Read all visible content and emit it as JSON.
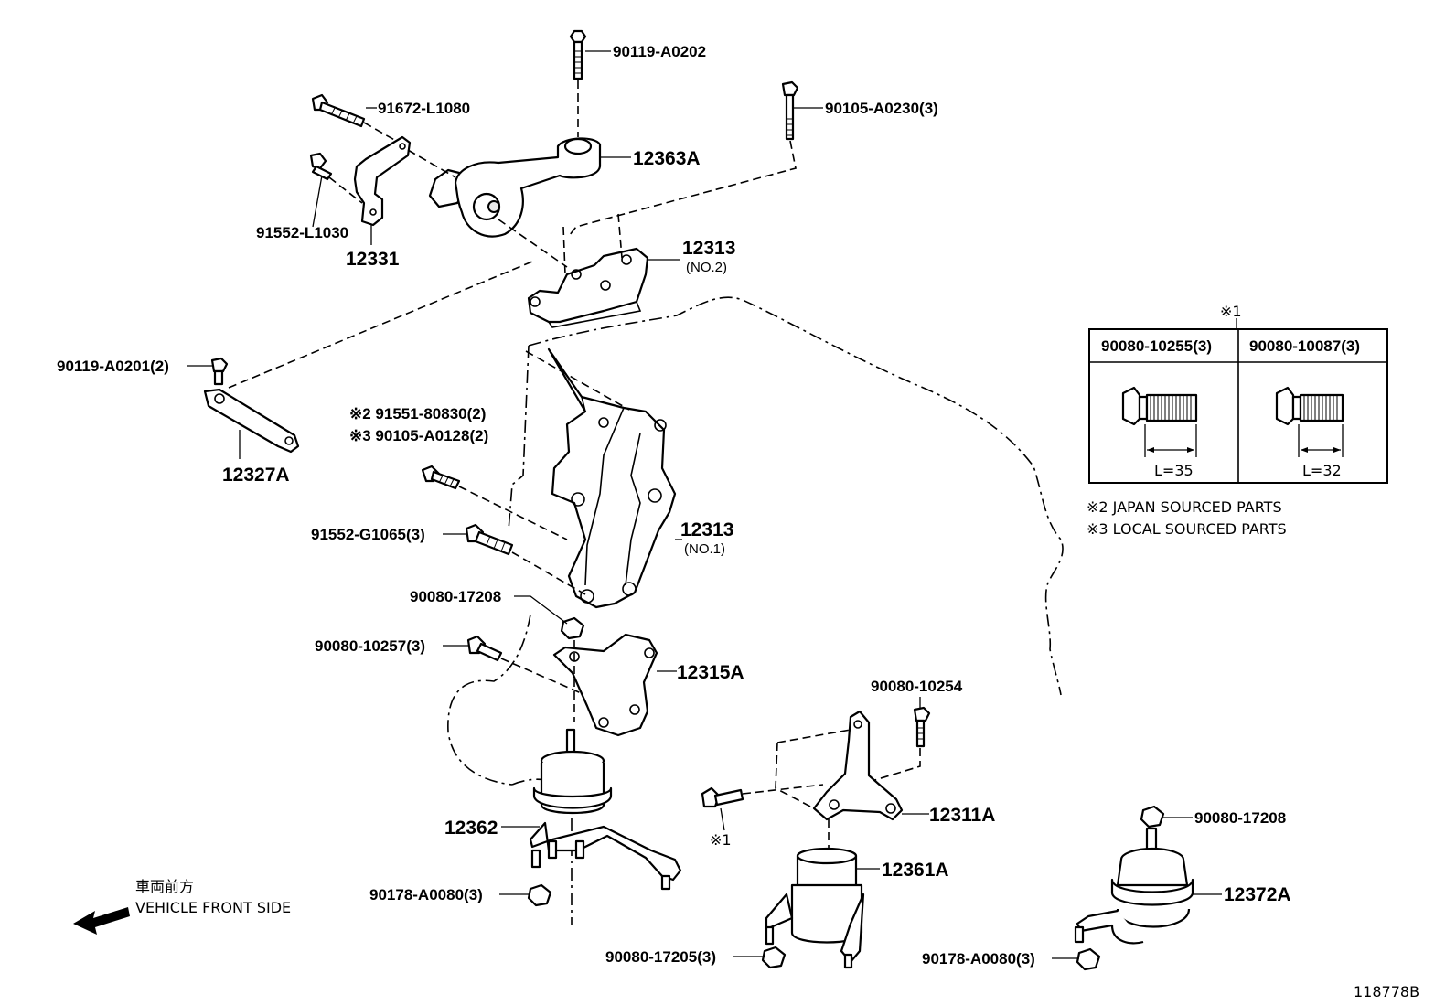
{
  "diagram_id": "118778B",
  "labels": {
    "p90119_A0202": "90119-A0202",
    "p91672_L1080": "91672-L1080",
    "p90105_A0230": "90105-A0230(3)",
    "p12363A": "12363A",
    "p91552_L1030": "91552-L1030",
    "p12331": "12331",
    "p12313_no2": "12313",
    "p12313_no2_sub": "(NO.2)",
    "p90119_A0201": "90119-A0201(2)",
    "p12327A": "12327A",
    "p91551_80830": "※2 91551-80830(2)",
    "p90105_A0128": "※3 90105-A0128(2)",
    "p91552_G1065": "91552-G1065(3)",
    "p12313_no1": "12313",
    "p12313_no1_sub": "(NO.1)",
    "p90080_17208_a": "90080-17208",
    "p90080_10257": "90080-10257(3)",
    "p12315A": "12315A",
    "p90080_10254": "90080-10254",
    "p12311A": "12311A",
    "ref1": "※1",
    "p12362": "12362",
    "p12361A": "12361A",
    "p90080_17208_b": "90080-17208",
    "p12372A": "12372A",
    "p90178_A0080_a": "90178-A0080(3)",
    "p90080_17205": "90080-17205(3)",
    "p90178_A0080_b": "90178-A0080(3)"
  },
  "ref_table": {
    "marker": "※1",
    "columns": [
      {
        "part": "90080-10255(3)",
        "length": "L=35"
      },
      {
        "part": "90080-10087(3)",
        "length": "L=32"
      }
    ]
  },
  "notes": [
    "※2 JAPAN SOURCED PARTS",
    "※3 LOCAL SOURCED PARTS"
  ],
  "direction": {
    "label_jp": "車両前方",
    "label_en": "VEHICLE FRONT SIDE",
    "icon": "arrow-left-icon"
  }
}
